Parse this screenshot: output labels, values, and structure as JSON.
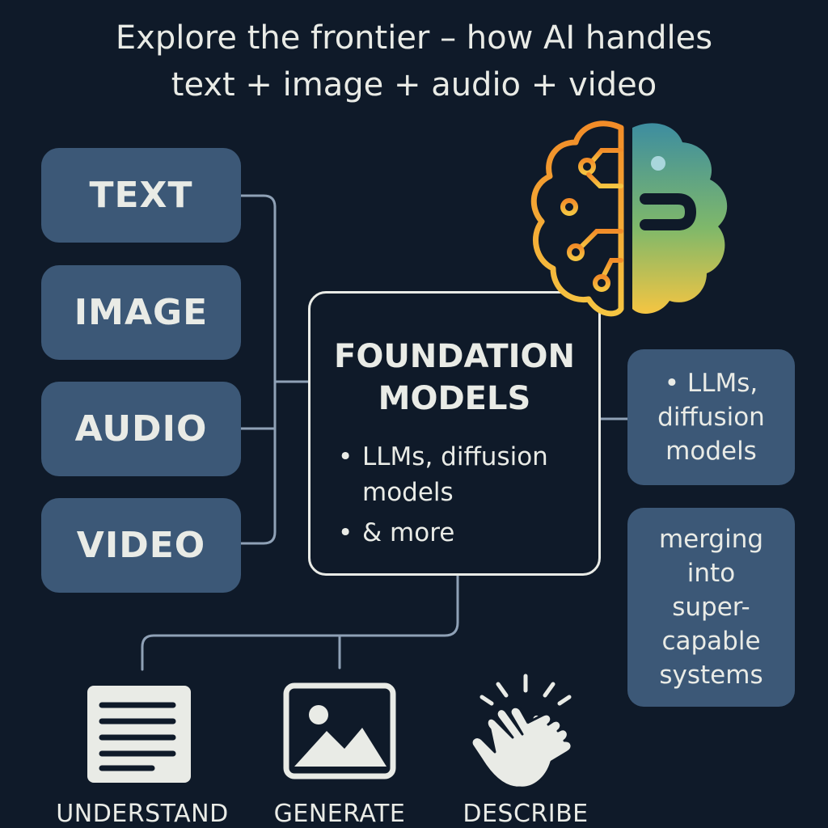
{
  "title": {
    "line1": "Explore the frontier – how AI handles",
    "line2": "text + image + audio + video"
  },
  "modalities": [
    {
      "label": "TEXT"
    },
    {
      "label": "IMAGE"
    },
    {
      "label": "AUDIO"
    },
    {
      "label": "VIDEO"
    }
  ],
  "foundation": {
    "title_line1": "FOUNDATION",
    "title_line2": "MODELS",
    "bullets": [
      "LLMs, diffusion models",
      "& more"
    ]
  },
  "side_boxes": {
    "top": {
      "line1": "• LLMs,",
      "line2": "diffusion",
      "line3": "models"
    },
    "bottom": {
      "line1": "merging",
      "line2": "into",
      "line3": "super-",
      "line4": "capable",
      "line5": "systems"
    }
  },
  "actions": [
    {
      "label": "UNDERSTAND",
      "icon": "document-icon"
    },
    {
      "label": "GENERATE",
      "icon": "image-icon"
    },
    {
      "label": "DESCRIBE",
      "icon": "clapping-hands-icon"
    }
  ],
  "icons": {
    "brain": "brain-circuit-icon"
  },
  "colors": {
    "background": "#0f1a29",
    "box_fill": "#3c5877",
    "text": "#e9ebe6",
    "connector": "#8fa1b6",
    "brain_orange": "#f28c28",
    "brain_yellow": "#f5c542",
    "brain_teal": "#3d8da0",
    "brain_green": "#7fb86a"
  }
}
